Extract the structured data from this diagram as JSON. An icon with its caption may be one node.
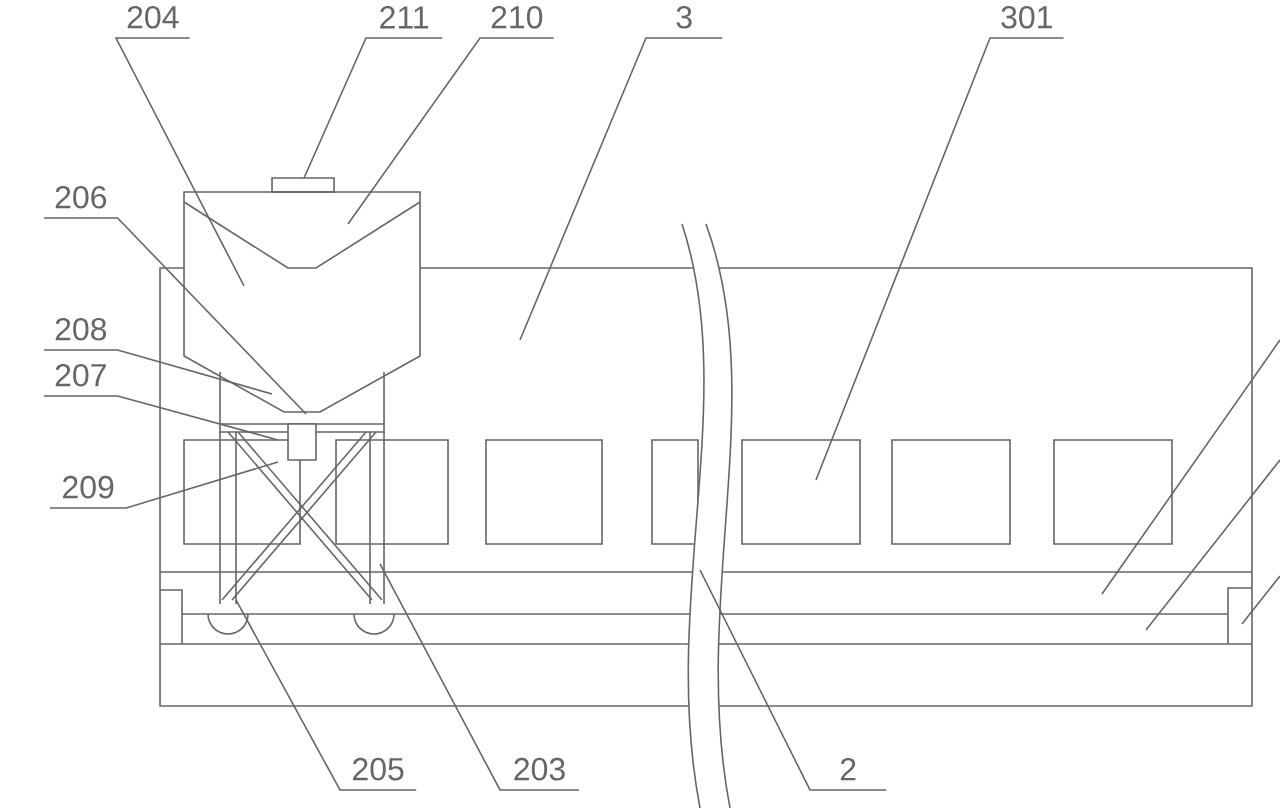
{
  "diagram": {
    "nodes": [
      {
        "text": [
          "204"
        ]
      },
      {
        "text": [
          "211"
        ]
      },
      {
        "text": [
          "210"
        ]
      },
      {
        "text": [
          "3"
        ]
      },
      {
        "text": [
          "301"
        ]
      },
      {
        "text": [
          "206"
        ]
      },
      {
        "text": [
          "208"
        ]
      },
      {
        "text": [
          "207"
        ]
      },
      {
        "text": [
          "209"
        ]
      },
      {
        "text": [
          "205"
        ]
      },
      {
        "text": [
          "203"
        ]
      },
      {
        "text": [
          "2"
        ]
      }
    ],
    "edges": [
      {
        "from": 0,
        "to": null,
        "arrow": "none"
      },
      {
        "from": 1,
        "to": null,
        "arrow": "none"
      },
      {
        "from": 2,
        "to": null,
        "arrow": "none"
      },
      {
        "from": 3,
        "to": null,
        "arrow": "none"
      },
      {
        "from": 4,
        "to": null,
        "arrow": "none"
      },
      {
        "from": 5,
        "to": null,
        "arrow": "none"
      },
      {
        "from": 6,
        "to": null,
        "arrow": "none"
      },
      {
        "from": 7,
        "to": null,
        "arrow": "none"
      },
      {
        "from": 8,
        "to": null,
        "arrow": "none"
      },
      {
        "from": 9,
        "to": null,
        "arrow": "none"
      },
      {
        "from": 10,
        "to": null,
        "arrow": "none"
      },
      {
        "from": 11,
        "to": null,
        "arrow": "none"
      }
    ]
  }
}
